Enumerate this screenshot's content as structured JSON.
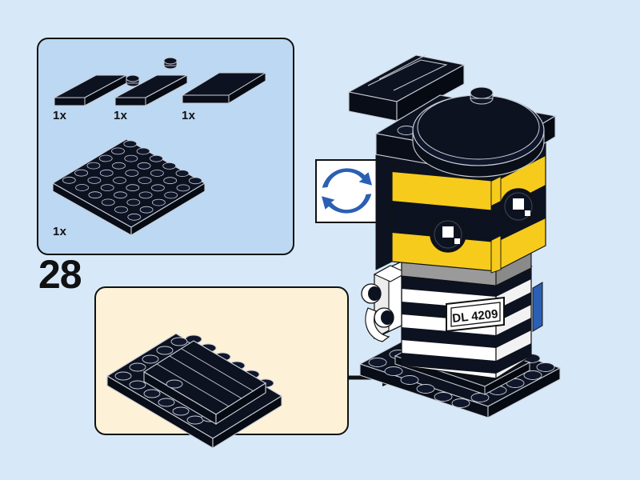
{
  "page": {
    "background_color": "#d7e9f9",
    "kind": "lego-building-instruction-step"
  },
  "step": {
    "number": "28"
  },
  "parts_panel": {
    "background_color": "#bcd8f2",
    "border_color": "#111111",
    "parts": [
      {
        "name": "tile-1x4-black",
        "quantity_label": "1x",
        "color": "#0d1220"
      },
      {
        "name": "plate-1x4-2studs-black",
        "quantity_label": "1x",
        "color": "#0d1220"
      },
      {
        "name": "tile-2x4-black",
        "quantity_label": "1x",
        "color": "#0d1220"
      },
      {
        "name": "plate-6x6-black",
        "quantity_label": "1x",
        "color": "#0d1220"
      }
    ]
  },
  "rotate_icon": {
    "label": "rotate-model",
    "arrow_color": "#2a5fb4",
    "panel_color": "#ffffff"
  },
  "sub_assembly_panel": {
    "background_color": "#fdf1d7",
    "border_color": "#111111",
    "description": "6x6 black plate with black tiles attached"
  },
  "arrow": {
    "direction": "right",
    "color": "#111111"
  },
  "model": {
    "name": "brickheadz-figure",
    "sign_text": "DL 4209",
    "colors": {
      "black": "#0d1220",
      "yellow": "#f6cb1c",
      "white": "#ffffff",
      "gray": "#9a9a9a",
      "blue": "#2a5fb4",
      "outline": "#c9cfd8"
    },
    "features": [
      "black-cap",
      "round-black-dish-on-top",
      "yellow-and-black-striped-face",
      "two-black-round-eyes-with-white-highlight",
      "gray-collar-band",
      "black-and-white-striped-torso",
      "white-arms",
      "name-sign",
      "black-baseplate"
    ]
  }
}
